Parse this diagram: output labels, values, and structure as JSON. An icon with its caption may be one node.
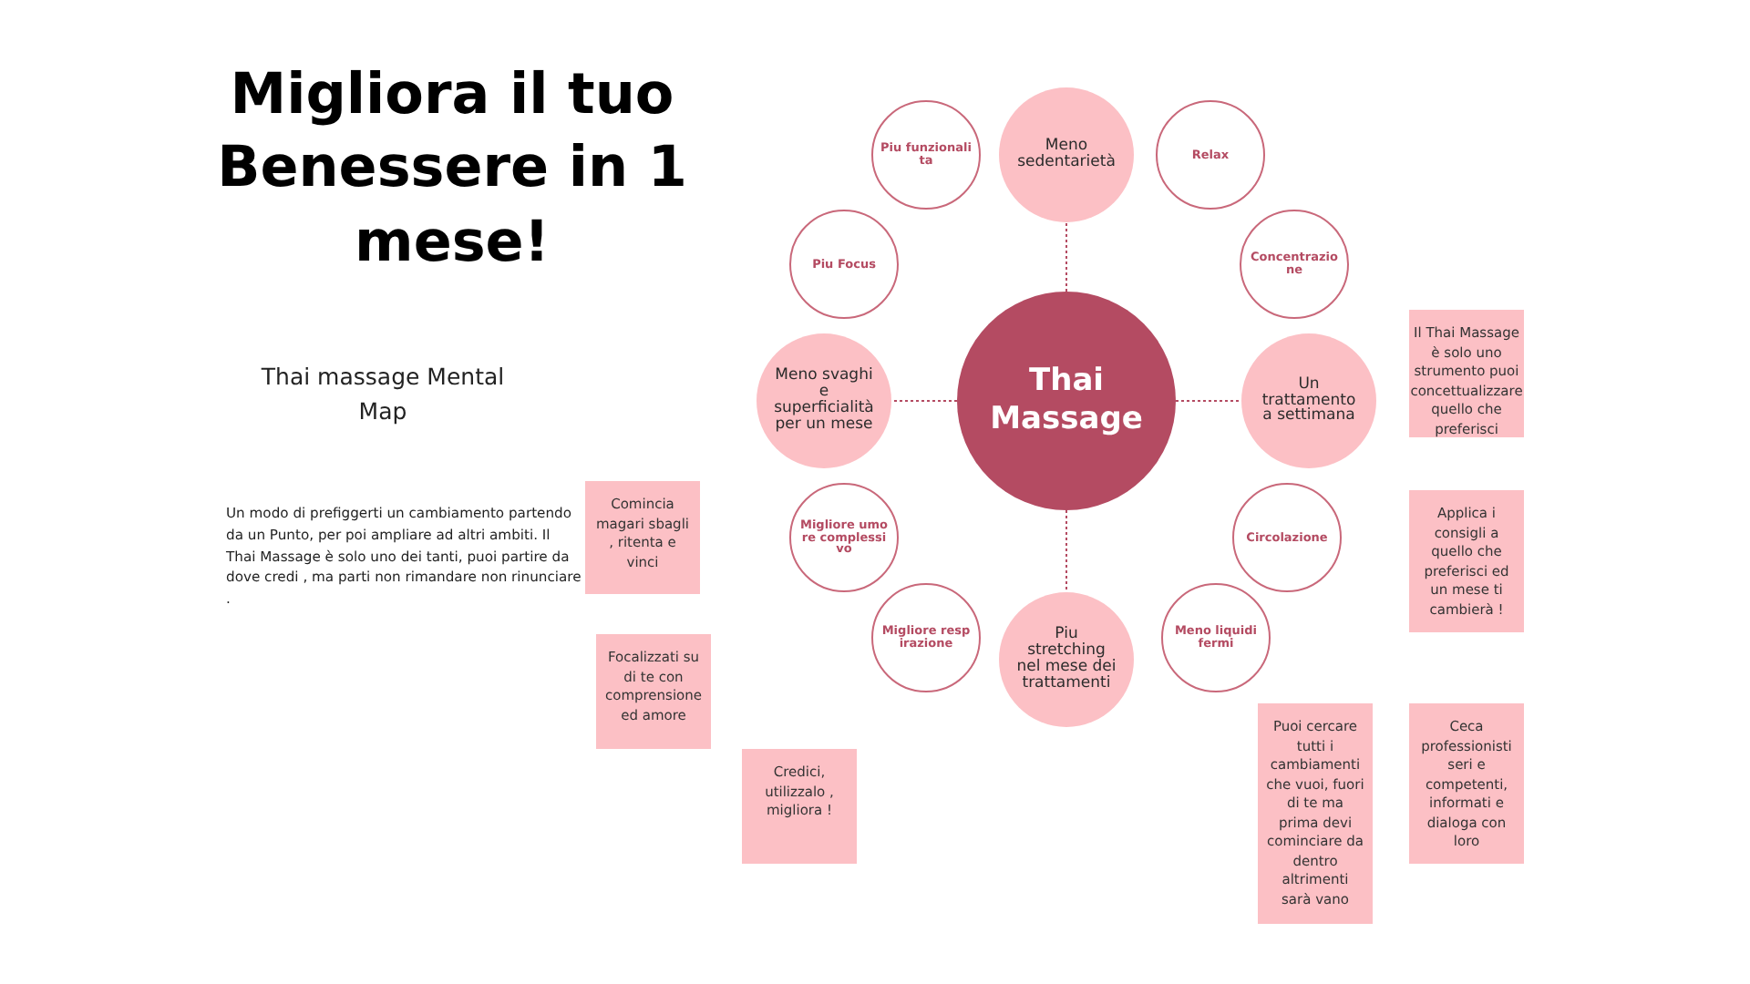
{
  "diagram": {
    "title": "Migliora il tuo Benessere in 1 mese!",
    "nodes": [
      {
        "text": [
          "Thai Massage"
        ]
      },
      {
        "text": [
          "Meno sedentarietà"
        ]
      },
      {
        "text": [
          "Meno svaghi e superficialità per un mese"
        ]
      },
      {
        "text": [
          "Un trattamento a settimana"
        ]
      },
      {
        "text": [
          "Piu stretching nel mese dei trattamenti"
        ]
      },
      {
        "text": [
          "Piu funzionalita"
        ]
      },
      {
        "text": [
          "Relax"
        ]
      },
      {
        "text": [
          "Piu Focus"
        ]
      },
      {
        "text": [
          "Concentrazione"
        ]
      },
      {
        "text": [
          "Migliore umore complessivo"
        ]
      },
      {
        "text": [
          "Circolazione"
        ]
      },
      {
        "text": [
          "Migliore respirazione"
        ]
      },
      {
        "text": [
          "Meno liquidi fermi"
        ]
      },
      {
        "text": [
          "Il Thai Massage è solo uno strumento puoi concettualizzare quello che preferisci"
        ]
      },
      {
        "text": [
          "Comincia magari sbagli , ritenta e vinci"
        ]
      },
      {
        "text": [
          "Applica i consigli a quello che preferisci ed un mese ti cambierà !"
        ]
      },
      {
        "text": [
          "Focalizzati su di te con comprensione ed amore"
        ]
      },
      {
        "text": [
          "Credici, utilizzalo , migliora !"
        ]
      },
      {
        "text": [
          "Puoi cercare tutti i cambiamenti che vuoi, fuori di te ma prima devi cominciare da dentro altrimenti sarà vano"
        ]
      },
      {
        "text": [
          "Ceca professionisti seri e competenti, informati e dialoga con loro"
        ]
      }
    ],
    "edges": [
      {
        "from": 0,
        "to": 1,
        "arrow": "none",
        "style": "dashed"
      },
      {
        "from": 0,
        "to": 2,
        "arrow": "none",
        "style": "dashed"
      },
      {
        "from": 0,
        "to": 3,
        "arrow": "none",
        "style": "dashed"
      },
      {
        "from": 0,
        "to": 4,
        "arrow": "none",
        "style": "dashed"
      }
    ],
    "labels": [
      "Thai massage Mental Map",
      "Un modo di prefiggerti un cambiamento partendo da un Punto, per poi ampliare ad altri ambiti. Il Thai Massage è solo uno dei tanti, puoi partire da dove credi , ma parti non rimandare non rinunciare ."
    ]
  }
}
